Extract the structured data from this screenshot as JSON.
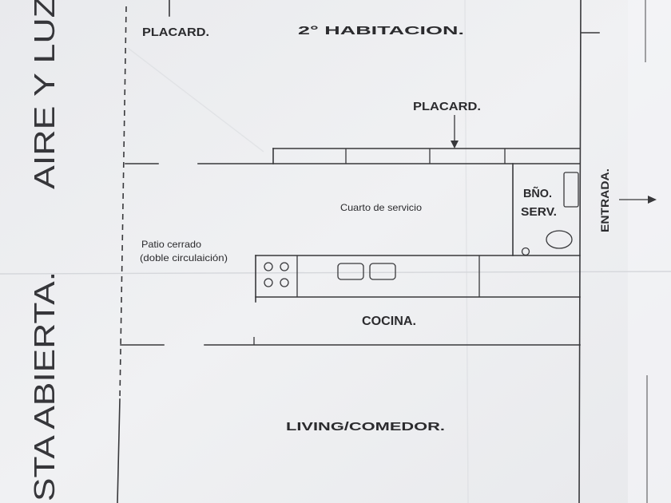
{
  "side_labels": {
    "top": "AIRE Y LUZ",
    "bottom": "STA ABIERTA."
  },
  "placards": {
    "left": "PLACARD.",
    "right": "PLACARD."
  },
  "rooms": {
    "habitacion": "2° HABITACION.",
    "cuarto_servicio": "Cuarto de servicio",
    "bano": {
      "line1": "BÑO.",
      "line2": "SERV."
    },
    "patio": {
      "line1": "Patio cerrado",
      "line2": "(doble circulaición)"
    },
    "cocina": "COCINA.",
    "living": "LIVING/COMEDOR."
  },
  "entrada": "ENTRADA.",
  "icons": {
    "placard_arrow": "down-arrow-icon",
    "entrada_arrow": "right-arrow-icon"
  },
  "colors": {
    "paper": "#eeeff1",
    "paper_dark": "#e6e7ea",
    "ink": "#38383b",
    "crease": "#d5d7db",
    "text": "#2b2b2e"
  }
}
